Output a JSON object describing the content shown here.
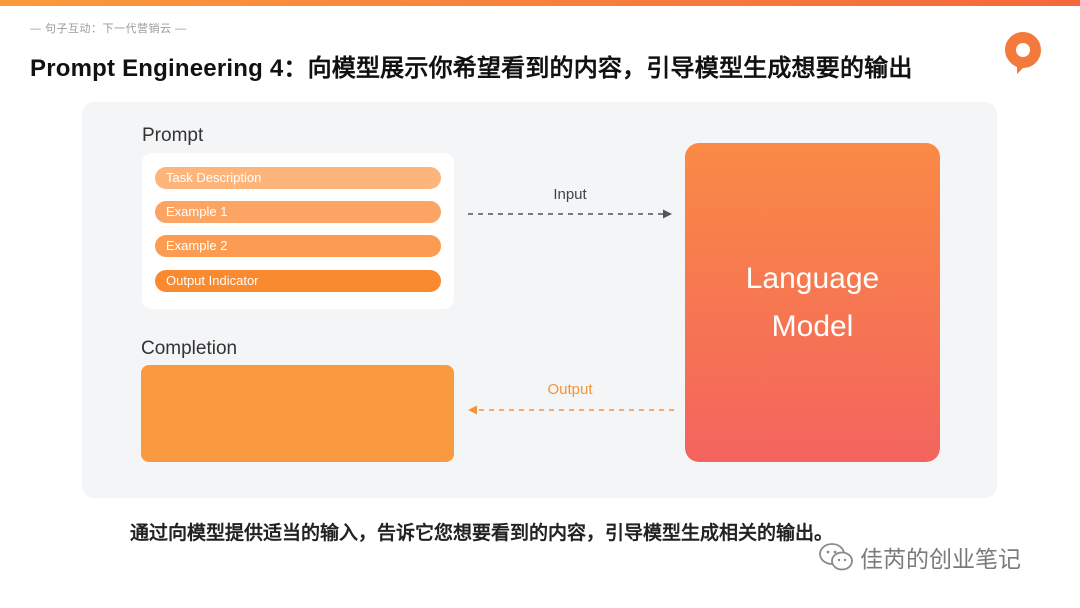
{
  "header": {
    "tagline": "— 句子互动：下一代营销云 —",
    "title": "Prompt Engineering 4：向模型展示你希望看到的内容，引导模型生成想要的输出"
  },
  "diagram": {
    "prompt_label": "Prompt",
    "prompt_items": [
      "Task Description",
      "Example 1",
      "Example 2",
      "Output Indicator"
    ],
    "completion_label": "Completion",
    "input_label": "Input",
    "output_label": "Output",
    "model_line1": "Language",
    "model_line2": "Model"
  },
  "caption": "通过向模型提供适当的输入，告诉它您想要看到的内容，引导模型生成相关的输出。",
  "watermark": {
    "text": "佳芮的创业笔记",
    "icon": "wechat-icon"
  },
  "colors": {
    "accent": "#f47a3c",
    "pill_1": "#fdb57c",
    "pill_2": "#fca463",
    "pill_3": "#fb9c52",
    "pill_4": "#f98a2f",
    "completion": "#fa9a40",
    "input_arrow": "#555555",
    "output_arrow": "#f7923a"
  }
}
